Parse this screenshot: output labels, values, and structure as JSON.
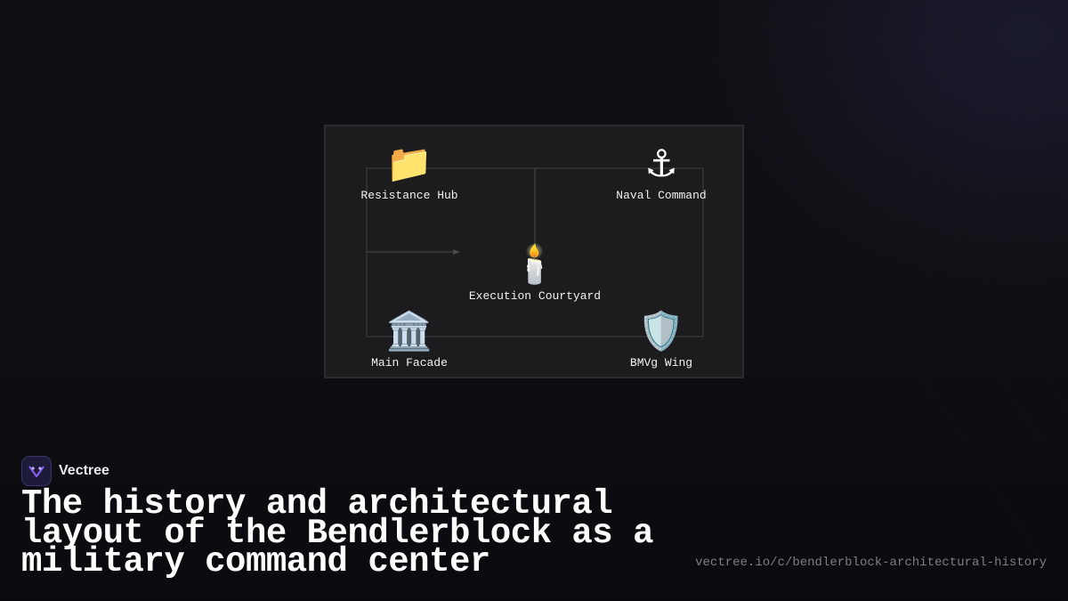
{
  "brand": {
    "name": "Vectree",
    "logo_icon": "vectree-logo-icon",
    "accent": "#8b5cf6"
  },
  "headline": "The history and architectural layout of the Bendlerblock as a military command center",
  "url": "vectree.io/c/bendlerblock-architectural-history",
  "diagram": {
    "nodes": {
      "resistance_hub": {
        "icon": "📁",
        "icon_name": "folder-icon",
        "label": "Resistance Hub"
      },
      "naval_command": {
        "icon": "⚓",
        "icon_name": "anchor-icon",
        "label": "Naval Command"
      },
      "execution_courtyard": {
        "icon": "🕯️",
        "icon_name": "candle-icon",
        "label": "Execution Courtyard"
      },
      "main_facade": {
        "icon": "🏛️",
        "icon_name": "classical-building-icon",
        "label": "Main Facade"
      },
      "bmvg_wing": {
        "icon": "🛡️",
        "icon_name": "shield-icon",
        "label": "BMVg Wing"
      }
    },
    "colors": {
      "background": "#1c1c1e",
      "border": "#2c2c2e",
      "line": "#4a4a4c"
    }
  }
}
